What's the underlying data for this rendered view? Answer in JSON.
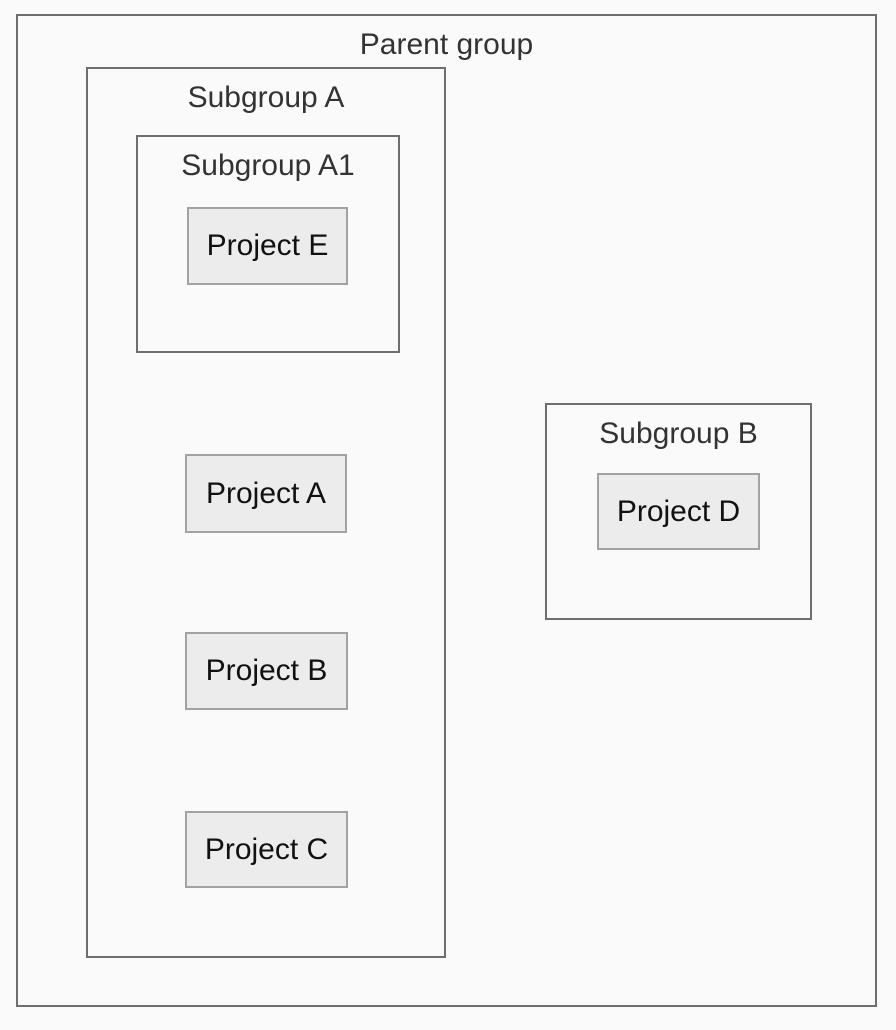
{
  "diagram": {
    "type": "grouped-boxes",
    "parent_group": {
      "label": "Parent group"
    },
    "subgroup_a": {
      "label": "Subgroup A"
    },
    "subgroup_a1": {
      "label": "Subgroup A1"
    },
    "subgroup_b": {
      "label": "Subgroup B"
    },
    "projects": {
      "e": {
        "label": "Project E",
        "group": "Subgroup A1"
      },
      "a": {
        "label": "Project A",
        "group": "Subgroup A"
      },
      "b": {
        "label": "Project B",
        "group": "Subgroup A"
      },
      "c": {
        "label": "Project C",
        "group": "Subgroup A"
      },
      "d": {
        "label": "Project D",
        "group": "Subgroup B"
      }
    },
    "colors": {
      "page_background": "#fafafa",
      "group_border": "#6e6e6e",
      "group_label_text": "#333333",
      "node_fill": "#ececec",
      "node_border": "#a2a2a2",
      "node_text": "#111111"
    }
  }
}
